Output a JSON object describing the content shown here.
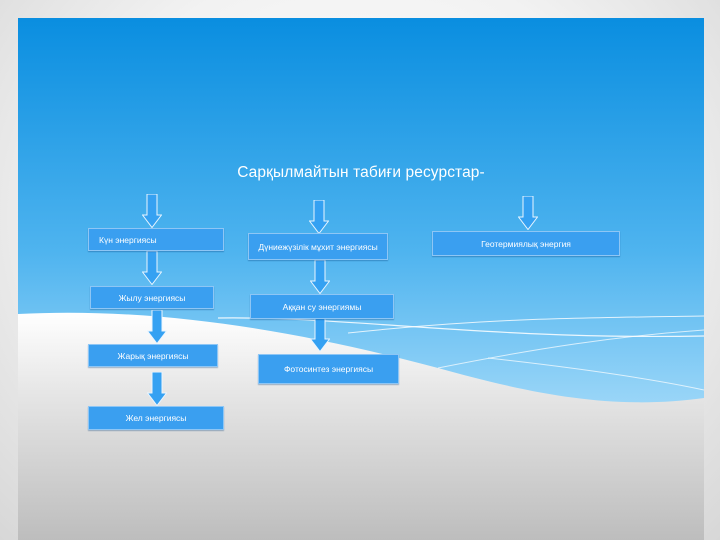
{
  "slide": {
    "title": "Сарқылмайтын табиғи ресурстар-"
  },
  "boxes": {
    "kun": "Күн энергиясы",
    "zhylu": "Жылу энергиясы",
    "zharyk": "Жарық энергиясы",
    "zhel": "Жел энергиясы",
    "mukhit": "Дүниежүзілік мұхит энергиясы",
    "akkan_su": "Аққан су энергиямы",
    "fotosintez": "Фотосинтез энергиясы",
    "geotermialyk": "Геотермиялық энергия"
  },
  "colors": {
    "sky_top": "#0a8ee0",
    "sky_bottom": "#b6e3fb",
    "box_fill": "#3a9ff0",
    "arrow_fill": "#35a1f2"
  }
}
